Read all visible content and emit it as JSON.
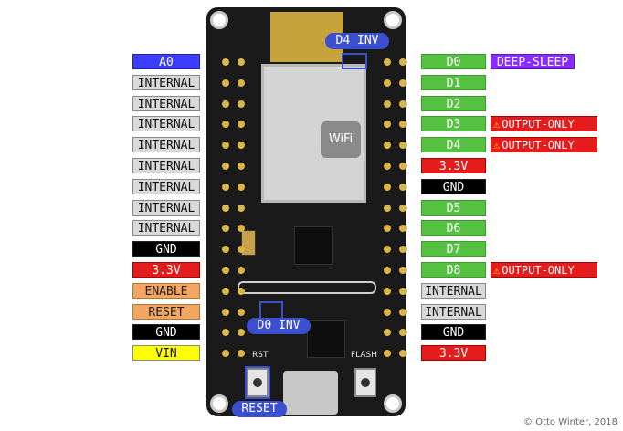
{
  "left_labels": [
    {
      "text": "A0",
      "color": "blue"
    },
    {
      "text": "INTERNAL",
      "color": "gray"
    },
    {
      "text": "INTERNAL",
      "color": "gray"
    },
    {
      "text": "INTERNAL",
      "color": "gray"
    },
    {
      "text": "INTERNAL",
      "color": "gray"
    },
    {
      "text": "INTERNAL",
      "color": "gray"
    },
    {
      "text": "INTERNAL",
      "color": "gray"
    },
    {
      "text": "INTERNAL",
      "color": "gray"
    },
    {
      "text": "INTERNAL",
      "color": "gray"
    },
    {
      "text": "GND",
      "color": "black"
    },
    {
      "text": "3.3V",
      "color": "red"
    },
    {
      "text": "ENABLE",
      "color": "orange"
    },
    {
      "text": "RESET",
      "color": "orange"
    },
    {
      "text": "GND",
      "color": "black"
    },
    {
      "text": "VIN",
      "color": "yellow"
    }
  ],
  "right_labels": [
    {
      "text": "D0",
      "color": "green",
      "extra": {
        "text": "DEEP-SLEEP",
        "color": "purple"
      }
    },
    {
      "text": "D1",
      "color": "green"
    },
    {
      "text": "D2",
      "color": "green"
    },
    {
      "text": "D3",
      "color": "green",
      "warning": "OUTPUT-ONLY"
    },
    {
      "text": "D4",
      "color": "green",
      "warning": "OUTPUT-ONLY"
    },
    {
      "text": "3.3V",
      "color": "red"
    },
    {
      "text": "GND",
      "color": "black"
    },
    {
      "text": "D5",
      "color": "green"
    },
    {
      "text": "D6",
      "color": "green"
    },
    {
      "text": "D7",
      "color": "green"
    },
    {
      "text": "D8",
      "color": "green",
      "warning": "OUTPUT-ONLY"
    },
    {
      "text": "INTERNAL",
      "color": "gray"
    },
    {
      "text": "INTERNAL",
      "color": "gray"
    },
    {
      "text": "GND",
      "color": "black"
    },
    {
      "text": "3.3V",
      "color": "red"
    }
  ],
  "board_callouts": {
    "d4_inv": "D4 INV",
    "d0_inv": "D0 INV",
    "reset": "RESET"
  },
  "silkscreen": {
    "rst": "RST",
    "flash": "FLASH",
    "wifi": "WiFi"
  },
  "credit": "© Otto Winter, 2018"
}
